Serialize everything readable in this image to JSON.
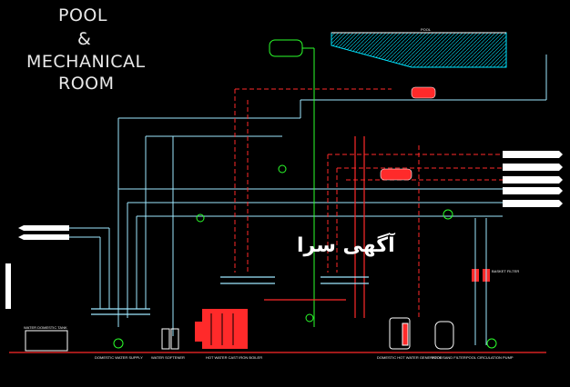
{
  "title": {
    "line1": "POOL",
    "line2": "&",
    "line3": "MECHANICAL",
    "line4": "ROOM"
  },
  "pool_label": "POOL",
  "equipment_labels": {
    "domestic_water": "DOMESTIC WATER SUPPLY",
    "water_softener": "WATER SOFTENER",
    "hot_water_boiler": "HOT WATER CAST IRON BOILER",
    "domestic_hot_water": "DOMESTIC HOT WATER GENERATOR",
    "pool_sand_filter": "POOL SAND FILTER",
    "pool_circulation_pump": "POOL CIRCULATION PUMP",
    "basket_filter": "BASKET FILTER"
  },
  "watermark": "آگهی سرا",
  "colors": {
    "background": "#000000",
    "cyan": "#00e5ff",
    "red": "#ff2a2a",
    "white": "#ffffff",
    "green": "#2bff2b",
    "yellow": "#ffff00",
    "magenta": "#ff40ff"
  }
}
